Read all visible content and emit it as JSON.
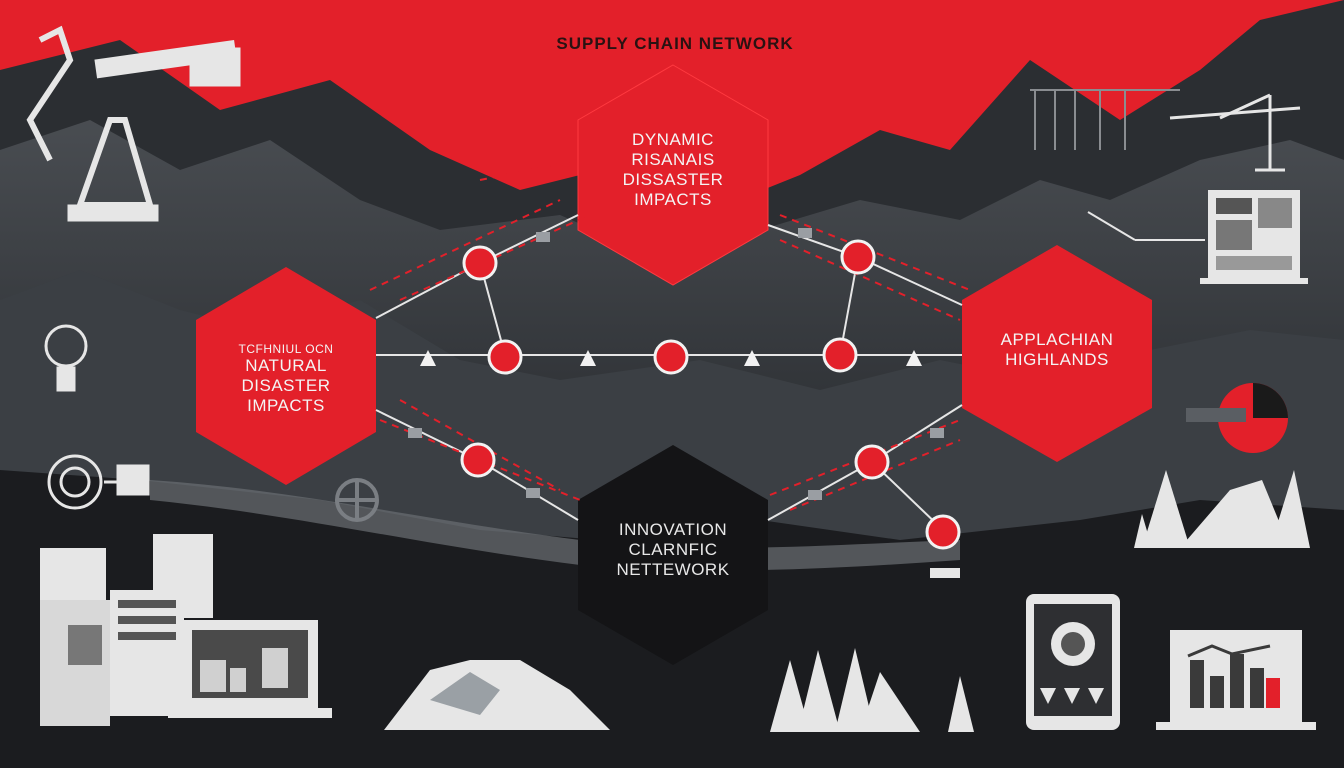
{
  "title": "SUPPLY CHAIN NETWORK",
  "hexagons": {
    "top": [
      "DYNAMIC",
      "RISANAIS",
      "DISSASTER",
      "IMPACTS"
    ],
    "left": [
      "TCFHNIUL OCN",
      "NATURAL",
      "DISASTER",
      "IMPACTS"
    ],
    "right": [
      "APPLACHIAN",
      "HIGHLANDS"
    ],
    "bottom": [
      "INNOVATION",
      "CLARNFIC",
      "NETTEWORK"
    ]
  },
  "colors": {
    "accent": "#e3202a",
    "background": "#151618",
    "mountain_dark": "#2b2e32",
    "mountain_mid": "#474b50",
    "icon_light": "#e6e6e6"
  },
  "icons": [
    "oil-pump-icon",
    "pipeline-icon",
    "crane-icon",
    "server-rack-icon",
    "sensor-target-icon",
    "dashboard-icon",
    "laptop-icon",
    "tablet-icon",
    "bar-chart-icon",
    "pine-tree-icon",
    "pie-chart-icon",
    "network-node-icon",
    "truck-icon",
    "warning-icon",
    "gear-icon"
  ]
}
